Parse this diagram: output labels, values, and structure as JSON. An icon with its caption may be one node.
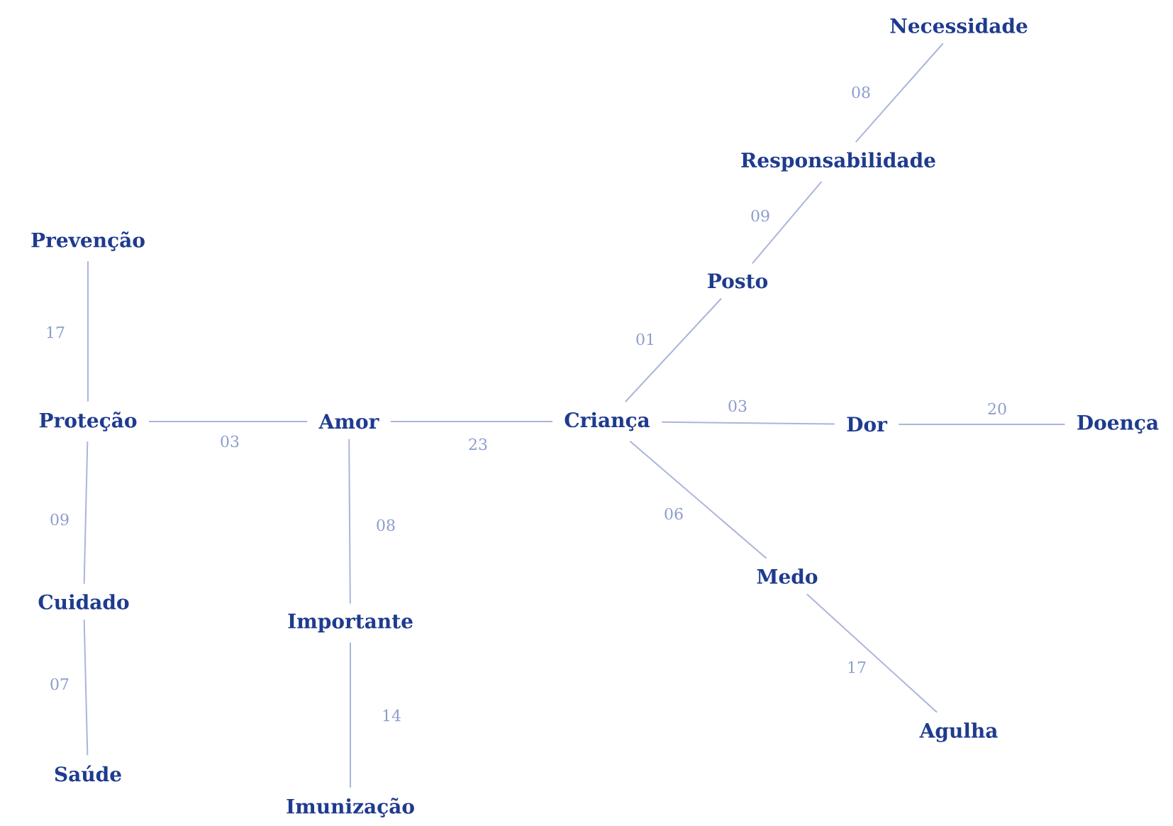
{
  "diagram": {
    "nodes": [
      {
        "text": [
          "Necessidade"
        ]
      },
      {
        "text": [
          "Responsabilidade"
        ]
      },
      {
        "text": [
          "Posto"
        ]
      },
      {
        "text": [
          "Prevenção"
        ]
      },
      {
        "text": [
          "Proteção"
        ]
      },
      {
        "text": [
          "Amor"
        ]
      },
      {
        "text": [
          "Criança"
        ]
      },
      {
        "text": [
          "Dor"
        ]
      },
      {
        "text": [
          "Doença"
        ]
      },
      {
        "text": [
          "Medo"
        ]
      },
      {
        "text": [
          "Cuidado"
        ]
      },
      {
        "text": [
          "Importante"
        ]
      },
      {
        "text": [
          "Agulha"
        ]
      },
      {
        "text": [
          "Saúde"
        ]
      },
      {
        "text": [
          "Imunização"
        ]
      }
    ],
    "edges": [
      {
        "from": 0,
        "to": 1,
        "arrow": "none",
        "label": "08"
      },
      {
        "from": 1,
        "to": 2,
        "arrow": "none",
        "label": "09"
      },
      {
        "from": 2,
        "to": 6,
        "arrow": "none",
        "label": "01"
      },
      {
        "from": 3,
        "to": 4,
        "arrow": "none",
        "label": "17"
      },
      {
        "from": 4,
        "to": 5,
        "arrow": "none",
        "label": "03"
      },
      {
        "from": 5,
        "to": 6,
        "arrow": "none",
        "label": "23"
      },
      {
        "from": 6,
        "to": 7,
        "arrow": "none",
        "label": "03"
      },
      {
        "from": 7,
        "to": 8,
        "arrow": "none",
        "label": "20"
      },
      {
        "from": 6,
        "to": 9,
        "arrow": "none",
        "label": "06"
      },
      {
        "from": 9,
        "to": 12,
        "arrow": "none",
        "label": "17"
      },
      {
        "from": 4,
        "to": 10,
        "arrow": "none",
        "label": "09"
      },
      {
        "from": 10,
        "to": 13,
        "arrow": "none",
        "label": "07"
      },
      {
        "from": 5,
        "to": 11,
        "arrow": "none",
        "label": "08"
      },
      {
        "from": 11,
        "to": 14,
        "arrow": "none",
        "label": "14"
      }
    ]
  }
}
